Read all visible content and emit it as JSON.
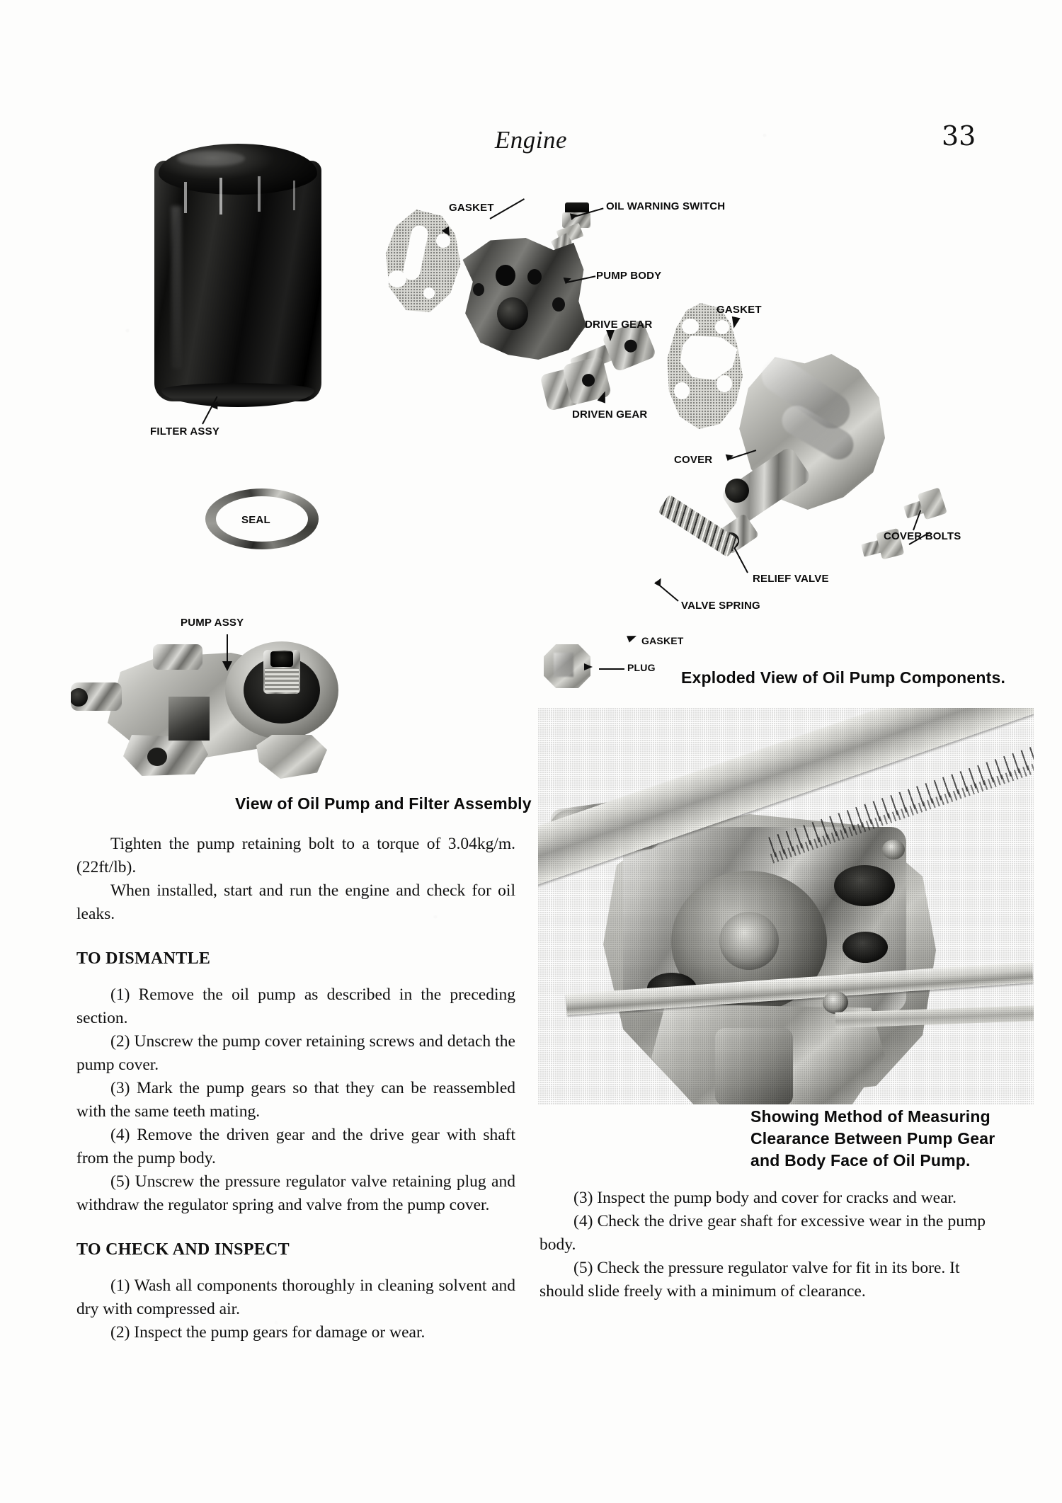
{
  "page": {
    "running_head": "Engine",
    "folio": "33"
  },
  "figures": {
    "exploded": {
      "caption": "Exploded View of Oil Pump Components.",
      "callouts": [
        {
          "id": "filter-assy",
          "label": "FILTER ASSY"
        },
        {
          "id": "seal",
          "label": "SEAL"
        },
        {
          "id": "gasket-top",
          "label": "GASKET"
        },
        {
          "id": "oil-warning-switch",
          "label": "OIL WARNING SWITCH"
        },
        {
          "id": "pump-body",
          "label": "PUMP BODY"
        },
        {
          "id": "drive-gear",
          "label": "DRIVE GEAR"
        },
        {
          "id": "driven-gear",
          "label": "DRIVEN GEAR"
        },
        {
          "id": "gasket-mid",
          "label": "GASKET"
        },
        {
          "id": "cover",
          "label": "COVER"
        },
        {
          "id": "cover-bolts",
          "label": "COVER BOLTS"
        },
        {
          "id": "relief-valve",
          "label": "RELIEF VALVE"
        },
        {
          "id": "valve-spring",
          "label": "VALVE SPRING"
        },
        {
          "id": "gasket-plug",
          "label": "GASKET"
        },
        {
          "id": "plug",
          "label": "PLUG"
        }
      ]
    },
    "pump_assembly": {
      "caption": "View of Oil Pump and Filter Assembly",
      "callouts": [
        {
          "id": "pump-assy",
          "label": "PUMP ASSY"
        }
      ]
    },
    "clearance": {
      "caption": "Showing Method of Measuring\nClearance Between Pump Gear\nand Body Face of Oil Pump."
    }
  },
  "left_column": {
    "intro": [
      "Tighten the pump retaining bolt to a torque of 3.04kg/m. (22ft/lb).",
      "When installed, start and run the engine and check for oil leaks."
    ],
    "dismantle_heading": "TO DISMANTLE",
    "dismantle_steps": [
      "(1) Remove the oil pump as described in the preceding section.",
      "(2) Unscrew the pump cover retaining screws and detach the pump cover.",
      "(3) Mark the pump gears so that they can be reassembled with the same teeth mating.",
      "(4) Remove the driven gear and the drive gear with shaft from the pump body.",
      "(5) Unscrew the pressure regulator valve retaining plug and withdraw the regulator spring and valve from the pump cover."
    ],
    "inspect_heading": "TO CHECK AND INSPECT",
    "inspect_steps": [
      "(1) Wash all components thoroughly in cleaning solvent and dry with compressed air.",
      "(2) Inspect the pump gears for damage or wear."
    ]
  },
  "right_column": {
    "inspect_steps": [
      "(3) Inspect the pump body and cover for cracks and wear.",
      "(4) Check the drive gear shaft for excessive wear in the pump body.",
      "(5) Check the pressure regulator valve for fit in its bore. It should slide freely with a minimum of clearance."
    ]
  }
}
